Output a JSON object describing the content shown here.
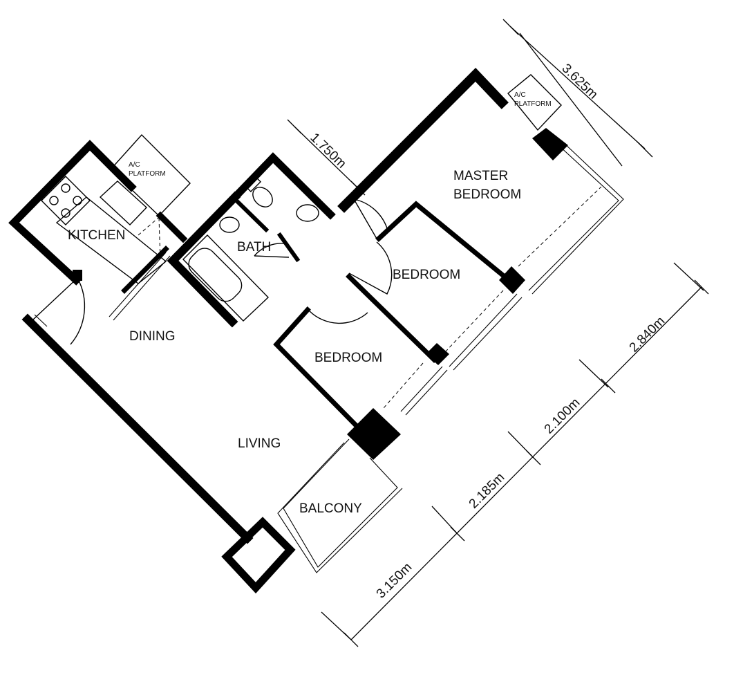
{
  "rooms": {
    "kitchen": "KITCHEN",
    "bath": "BATH",
    "master_line1": "MASTER",
    "master_line2": "BEDROOM",
    "bedroom_upper": "BEDROOM",
    "bedroom_lower": "BEDROOM",
    "dining": "DINING",
    "living": "LIVING",
    "balcony": "BALCONY"
  },
  "ac_platform": {
    "kitchen_line1": "A/C",
    "kitchen_line2": "PLATFORM",
    "master_line1": "A/C",
    "master_line2": "PLATFORM"
  },
  "dimensions": {
    "top_master": "3.625m",
    "top_bath": "1.750m",
    "side": [
      "2.840m",
      "2.100m",
      "2.185m",
      "3.150m"
    ]
  },
  "colors": {
    "ink": "#000000",
    "paper": "#ffffff"
  }
}
